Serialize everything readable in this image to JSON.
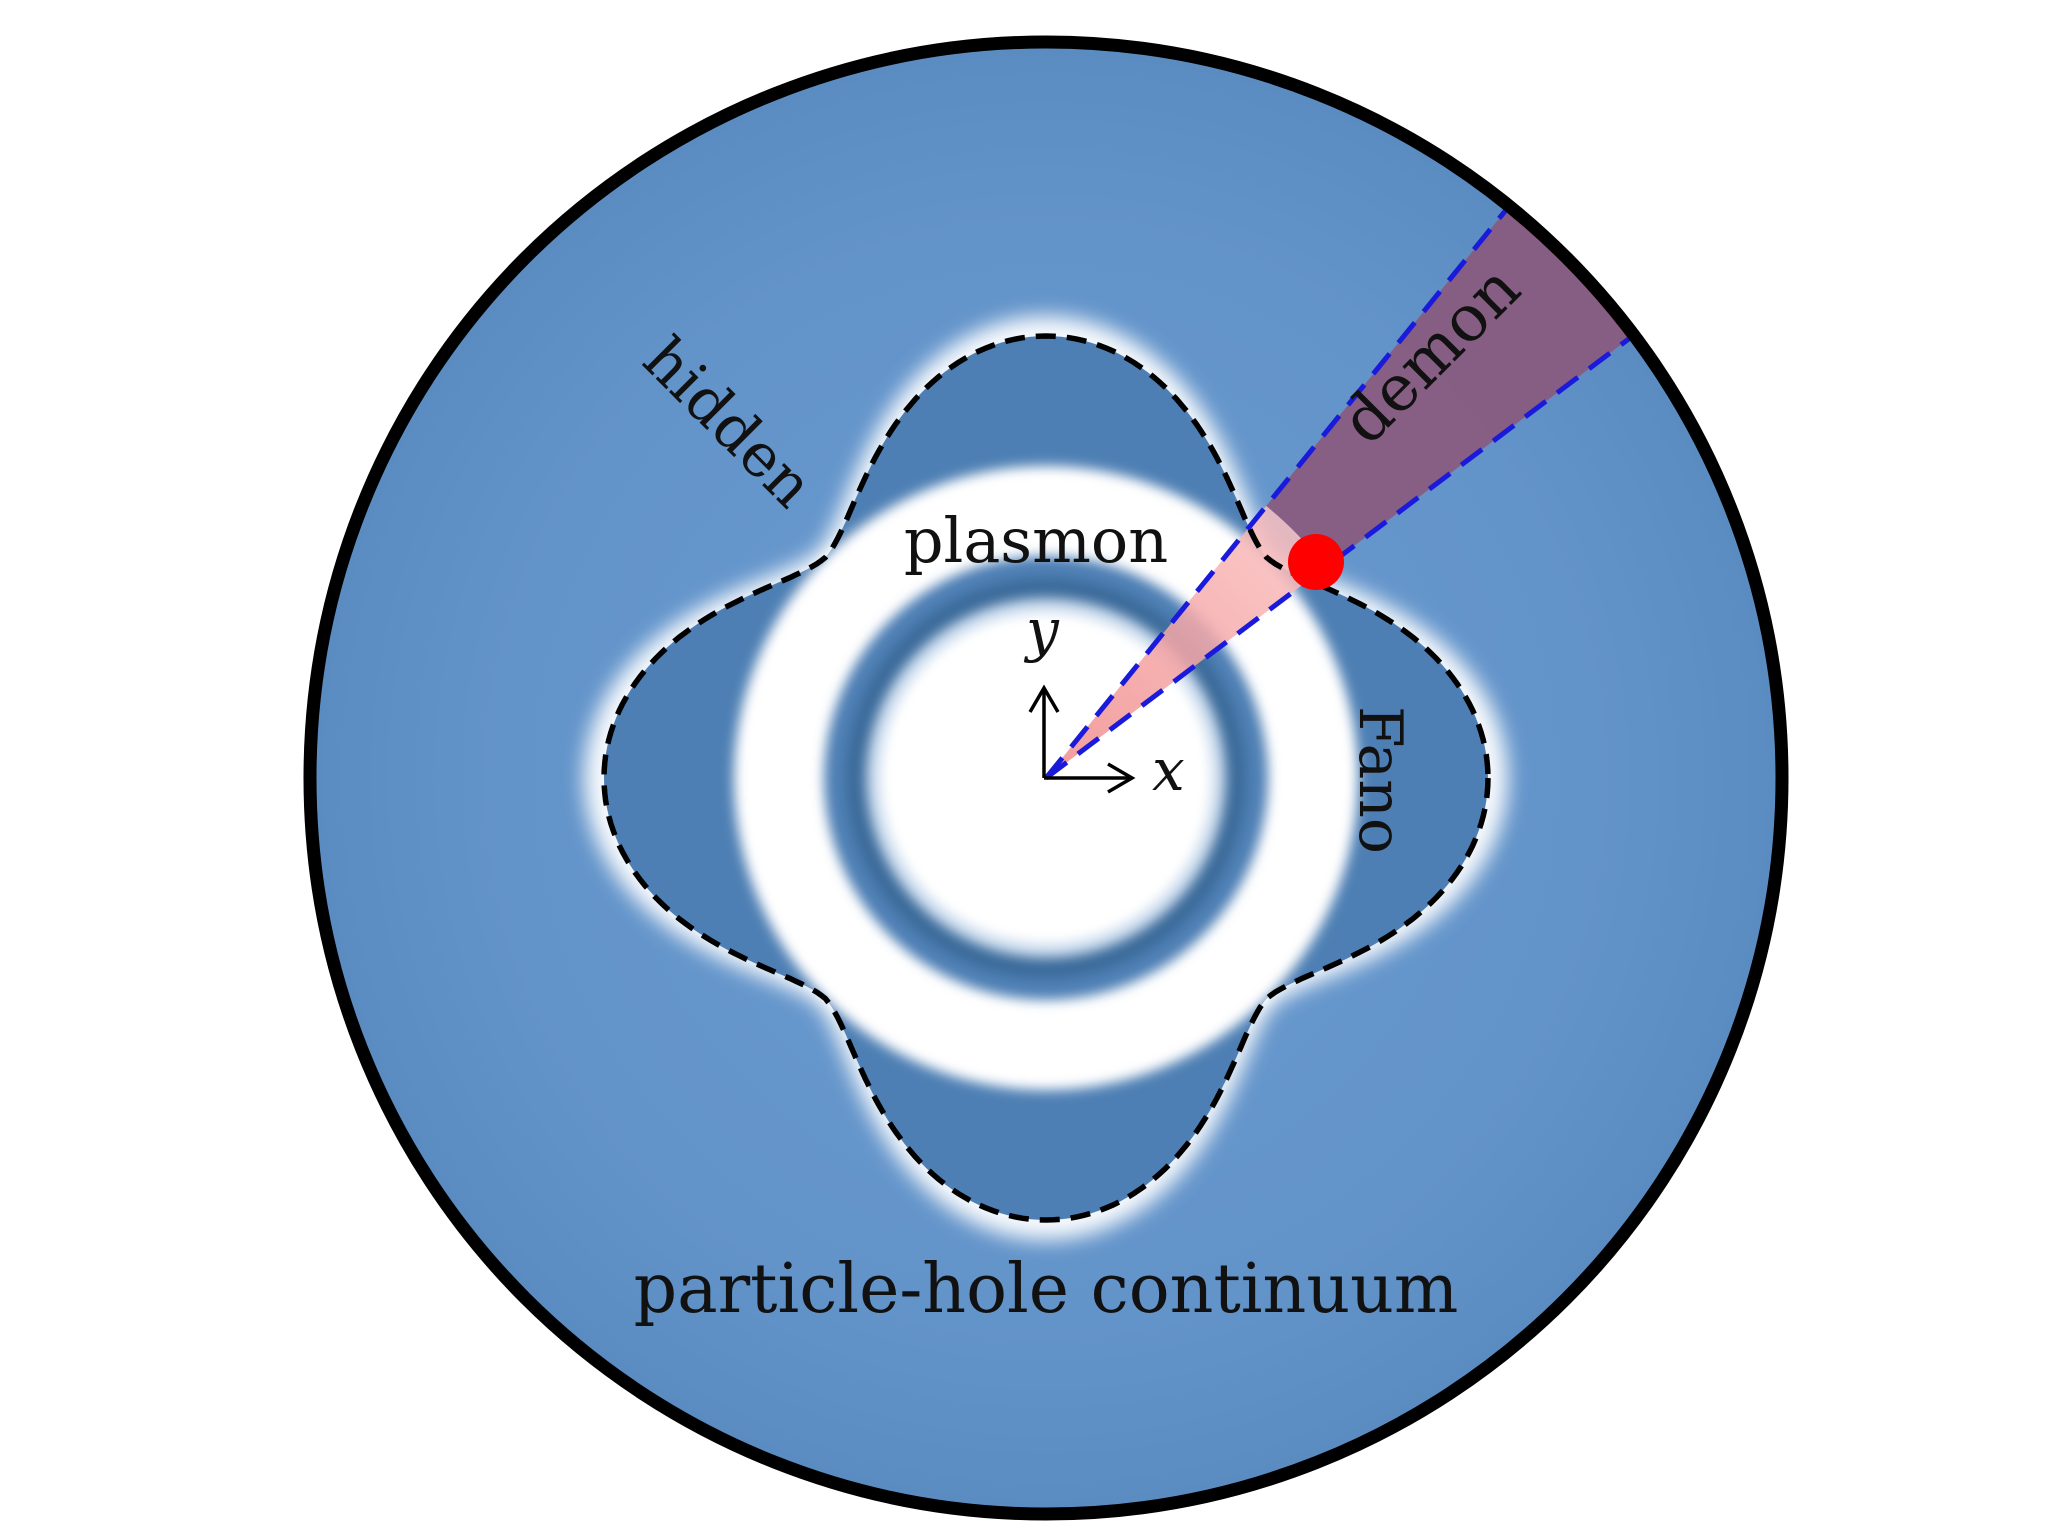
{
  "labels": {
    "hidden": "hidden",
    "plasmon": "plasmon",
    "demon": "demon",
    "fano": "Fano",
    "continuum": "particle-hole continuum",
    "axis_x": "x",
    "axis_y": "y"
  },
  "colors": {
    "continuum_blue": "#5b8ec4",
    "dark_blue": "#3e6d9e",
    "demon_wedge": "#8a5a7e",
    "inner_wedge": "#f5aaaa",
    "wedge_edge": "#1a1adb",
    "marker": "#ff0000",
    "outline": "#000000"
  }
}
